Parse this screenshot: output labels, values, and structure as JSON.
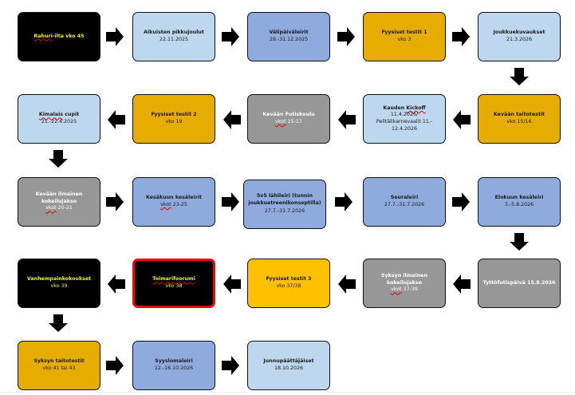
{
  "diagram": {
    "title": "Seasonal event flow",
    "boxes": [
      {
        "id": "rahuri-ilta",
        "title": "Rahuri-ilta vko 45",
        "sub": "",
        "color": "#000000",
        "text_color": "#f4f400",
        "spellcheck_word": "Rahuri"
      },
      {
        "id": "aikuisten-pikkujoulut",
        "title": "Aikuisten pikkujoulut",
        "sub": "22.11.2025",
        "color": "#bdd7ee"
      },
      {
        "id": "valipaivaleirit",
        "title": "Välipäiväleirit",
        "sub": "29.-31.12.2025",
        "color": "#8faadc"
      },
      {
        "id": "fyysiset-testit-1",
        "title": "Fyysiset testit 1",
        "sub": "vko 3",
        "color": "#e6ac00"
      },
      {
        "id": "joukkuekuvaukset",
        "title": "Joukkuekuvaukset",
        "sub": "21.3.2026",
        "color": "#bdd7ee"
      },
      {
        "id": "kevaan-taitotestit",
        "title": "Kevään taitotestit",
        "sub": "vko 15/16",
        "color": "#e6ac00"
      },
      {
        "id": "kauden-kickoff",
        "title": "Kauden Kickoff",
        "sub": "11.4.2026/",
        "sub2": "Pelitälikarnevaalit 11.-",
        "sub3": "12.4.2026",
        "color": "#bdd7ee"
      },
      {
        "id": "kevaan-futiskoulu",
        "title": "Kevään Futiskoulu",
        "sub": "vkot 15-17",
        "color": "#979797",
        "text_color": "#ffffff"
      },
      {
        "id": "fyysiset-testit-2",
        "title": "Fyysiset testit 2",
        "sub": "vko 19",
        "color": "#e6ac00"
      },
      {
        "id": "kimalais-cupit",
        "title": "Kimalais cupit",
        "sub": "21.-22.4.2025",
        "color": "#bdd7ee"
      },
      {
        "id": "kevaan-ilmainen-kokeilujakso",
        "title": "Kevään ilmainen",
        "title2": "kokeilujakso",
        "sub": "vkot 20-21",
        "color": "#979797",
        "text_color": "#ffffff"
      },
      {
        "id": "kesakuun-kesaleirit",
        "title": "Kesäkuun kesäleirit",
        "sub": "vkot 23-25",
        "color": "#8faadc"
      },
      {
        "id": "5v5-lahileiri",
        "title": "5v5 lähileiri (tunnin",
        "title2": "joukkuetreenikonseptilla)",
        "sub": "27.7.-31.7.2026",
        "color": "#8faadc"
      },
      {
        "id": "seuraleiri",
        "title": "Seuraleiri",
        "sub": "27.7.-31.7.2026",
        "color": "#8faadc"
      },
      {
        "id": "elokuun-kesaleiri",
        "title": "Elokuun kesäleiri",
        "sub": "3.-5.8.2026",
        "color": "#8faadc"
      },
      {
        "id": "tyttofutispaiva",
        "title": "Tyttöfutispäivä 15.8.2026",
        "sub": "",
        "color": "#979797",
        "text_color": "#ffffff"
      },
      {
        "id": "syksyn-ilmainen-kokeilujakso",
        "title": "Syksyn ilmainen",
        "title2": "kokeilujakso",
        "sub": "vkot 37-39",
        "color": "#979797",
        "text_color": "#ffffff"
      },
      {
        "id": "fyysiset-testit-3",
        "title": "Fyysiset testit 3",
        "sub": "vko 37/38",
        "color": "#ffc000"
      },
      {
        "id": "toimarifoorumi",
        "title": "Toimarifoorumi",
        "sub": "vko 38",
        "color": "#000000",
        "text_color": "#f4f400",
        "border_color": "#ff0000"
      },
      {
        "id": "vanhempainkokoukset",
        "title": "Vanhempainkokoukset",
        "sub": "vko 39",
        "color": "#000000",
        "text_color": "#f4f400"
      },
      {
        "id": "syksyn-taitotestit",
        "title": "Syksyn taitotestit",
        "sub": "vko 41 tai 43",
        "color": "#e6ac00"
      },
      {
        "id": "syyslomaleiri",
        "title": "Syyslomaleiri",
        "sub": "12.-16.10.2026",
        "color": "#8faadc"
      },
      {
        "id": "junnupaattajaiset",
        "title": "Junnupäättäjäiset",
        "sub": "18.10.2026",
        "color": "#bdd7ee"
      }
    ],
    "arrow_icon": "block-arrow-icon",
    "arrow_color": "#000000"
  }
}
